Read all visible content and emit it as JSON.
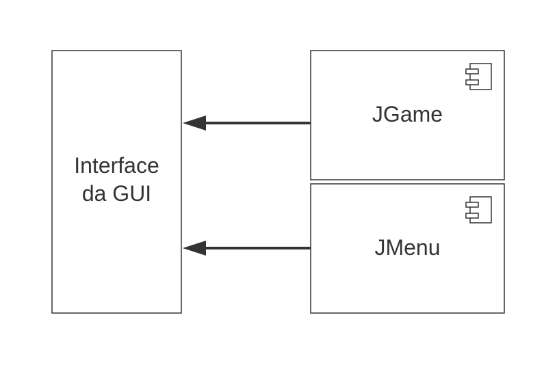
{
  "diagram": {
    "interface_box": {
      "line1": "Interface",
      "line2": "da GUI"
    },
    "components": [
      {
        "label": "JGame",
        "icon": "uml-component-icon"
      },
      {
        "label": "JMenu",
        "icon": "uml-component-icon"
      }
    ],
    "colors": {
      "stroke": "#333333",
      "fill": "#ffffff",
      "text": "#333333"
    }
  }
}
